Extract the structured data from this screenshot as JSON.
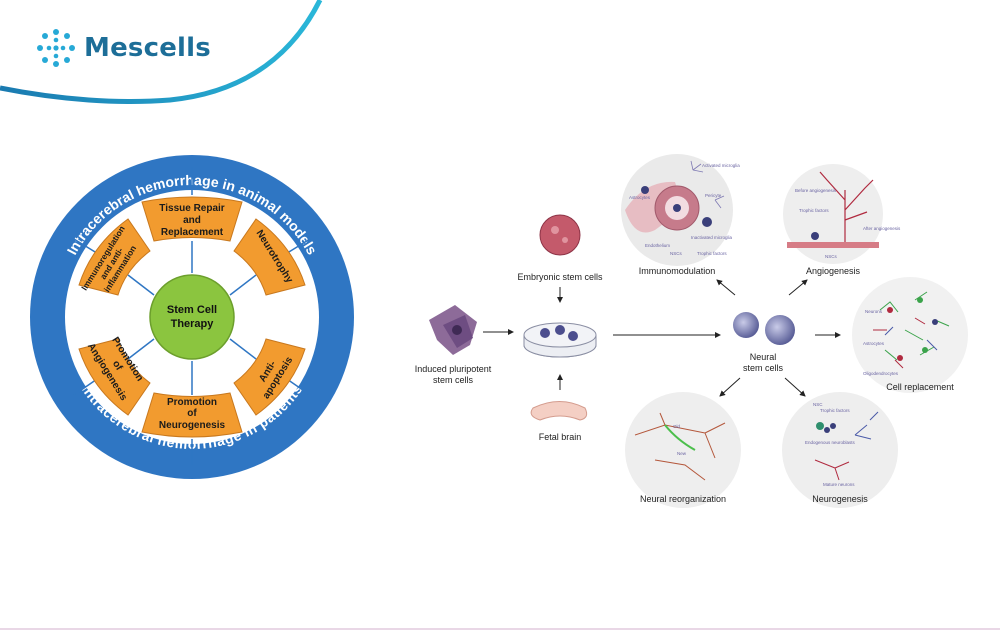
{
  "brand": {
    "name": "Mescells",
    "color": "#1d6e98",
    "logo_icon": "dotted-circle-logo-icon"
  },
  "left_diagram": {
    "outer_ring_top": "Intracerebral hemorrhage in animal models",
    "outer_ring_bottom": "Intracerebral hemorrhage in patients",
    "center_line1": "Stem Cell",
    "center_line2": "Therapy",
    "segments": {
      "tissue_repair": [
        "Tissue Repair",
        "and",
        "Replacement"
      ],
      "neurotrophy": [
        "Neurotrophy"
      ],
      "anti_apoptosis": [
        "Anti-",
        "apoptosis"
      ],
      "neurogenesis": [
        "Promotion",
        "of",
        "Neurogenesis"
      ],
      "angiogenesis": [
        "Promotion",
        "of",
        "Angiogenesis"
      ],
      "immunoregulation": [
        "Immunoregulation",
        "and anti-",
        "inflammation"
      ]
    },
    "colors": {
      "ring": "#2f76c3",
      "segment": "#f29b2f",
      "center": "#8bc53f"
    }
  },
  "right_diagram": {
    "sources": {
      "ipsc": "Induced pluripotent stem cells",
      "ipsc_line1": "Induced pluripotent",
      "ipsc_line2": "stem cells",
      "esc": "Embryonic stem cells",
      "fetal": "Fetal brain"
    },
    "hub_line1": "Neural",
    "hub_line2": "stem cells",
    "outcomes": {
      "immunomodulation": "Immunomodulation",
      "angiogenesis": "Angiogenesis",
      "cell_replacement": "Cell replacement",
      "neurogenesis": "Neurogenesis",
      "neural_reorganization": "Neural reorganization"
    },
    "tiny_labels": {
      "activated_microglia": "Activated microglia",
      "pericyte": "Pericyte",
      "astrocytes": "Astrocytes",
      "inactivated_microglia": "Inactivated microglia",
      "endothelium": "Endothelium",
      "trophic_factors": "Trophic factors",
      "nscs": "NSCs",
      "before_angiogenesis": "Before angiogenesis",
      "after_angiogenesis": "After angiogenesis",
      "neurons": "Neurons",
      "nscs2": "NSCs",
      "astrocytes2": "Astrocytes",
      "oligodendrocytes": "Oligodendrocytes",
      "old": "Old",
      "new": "New",
      "nsc": "NSC",
      "endogenous_neuroblasts": "Endogenous neuroblasts",
      "new_neurons": "Mature neurons"
    }
  }
}
